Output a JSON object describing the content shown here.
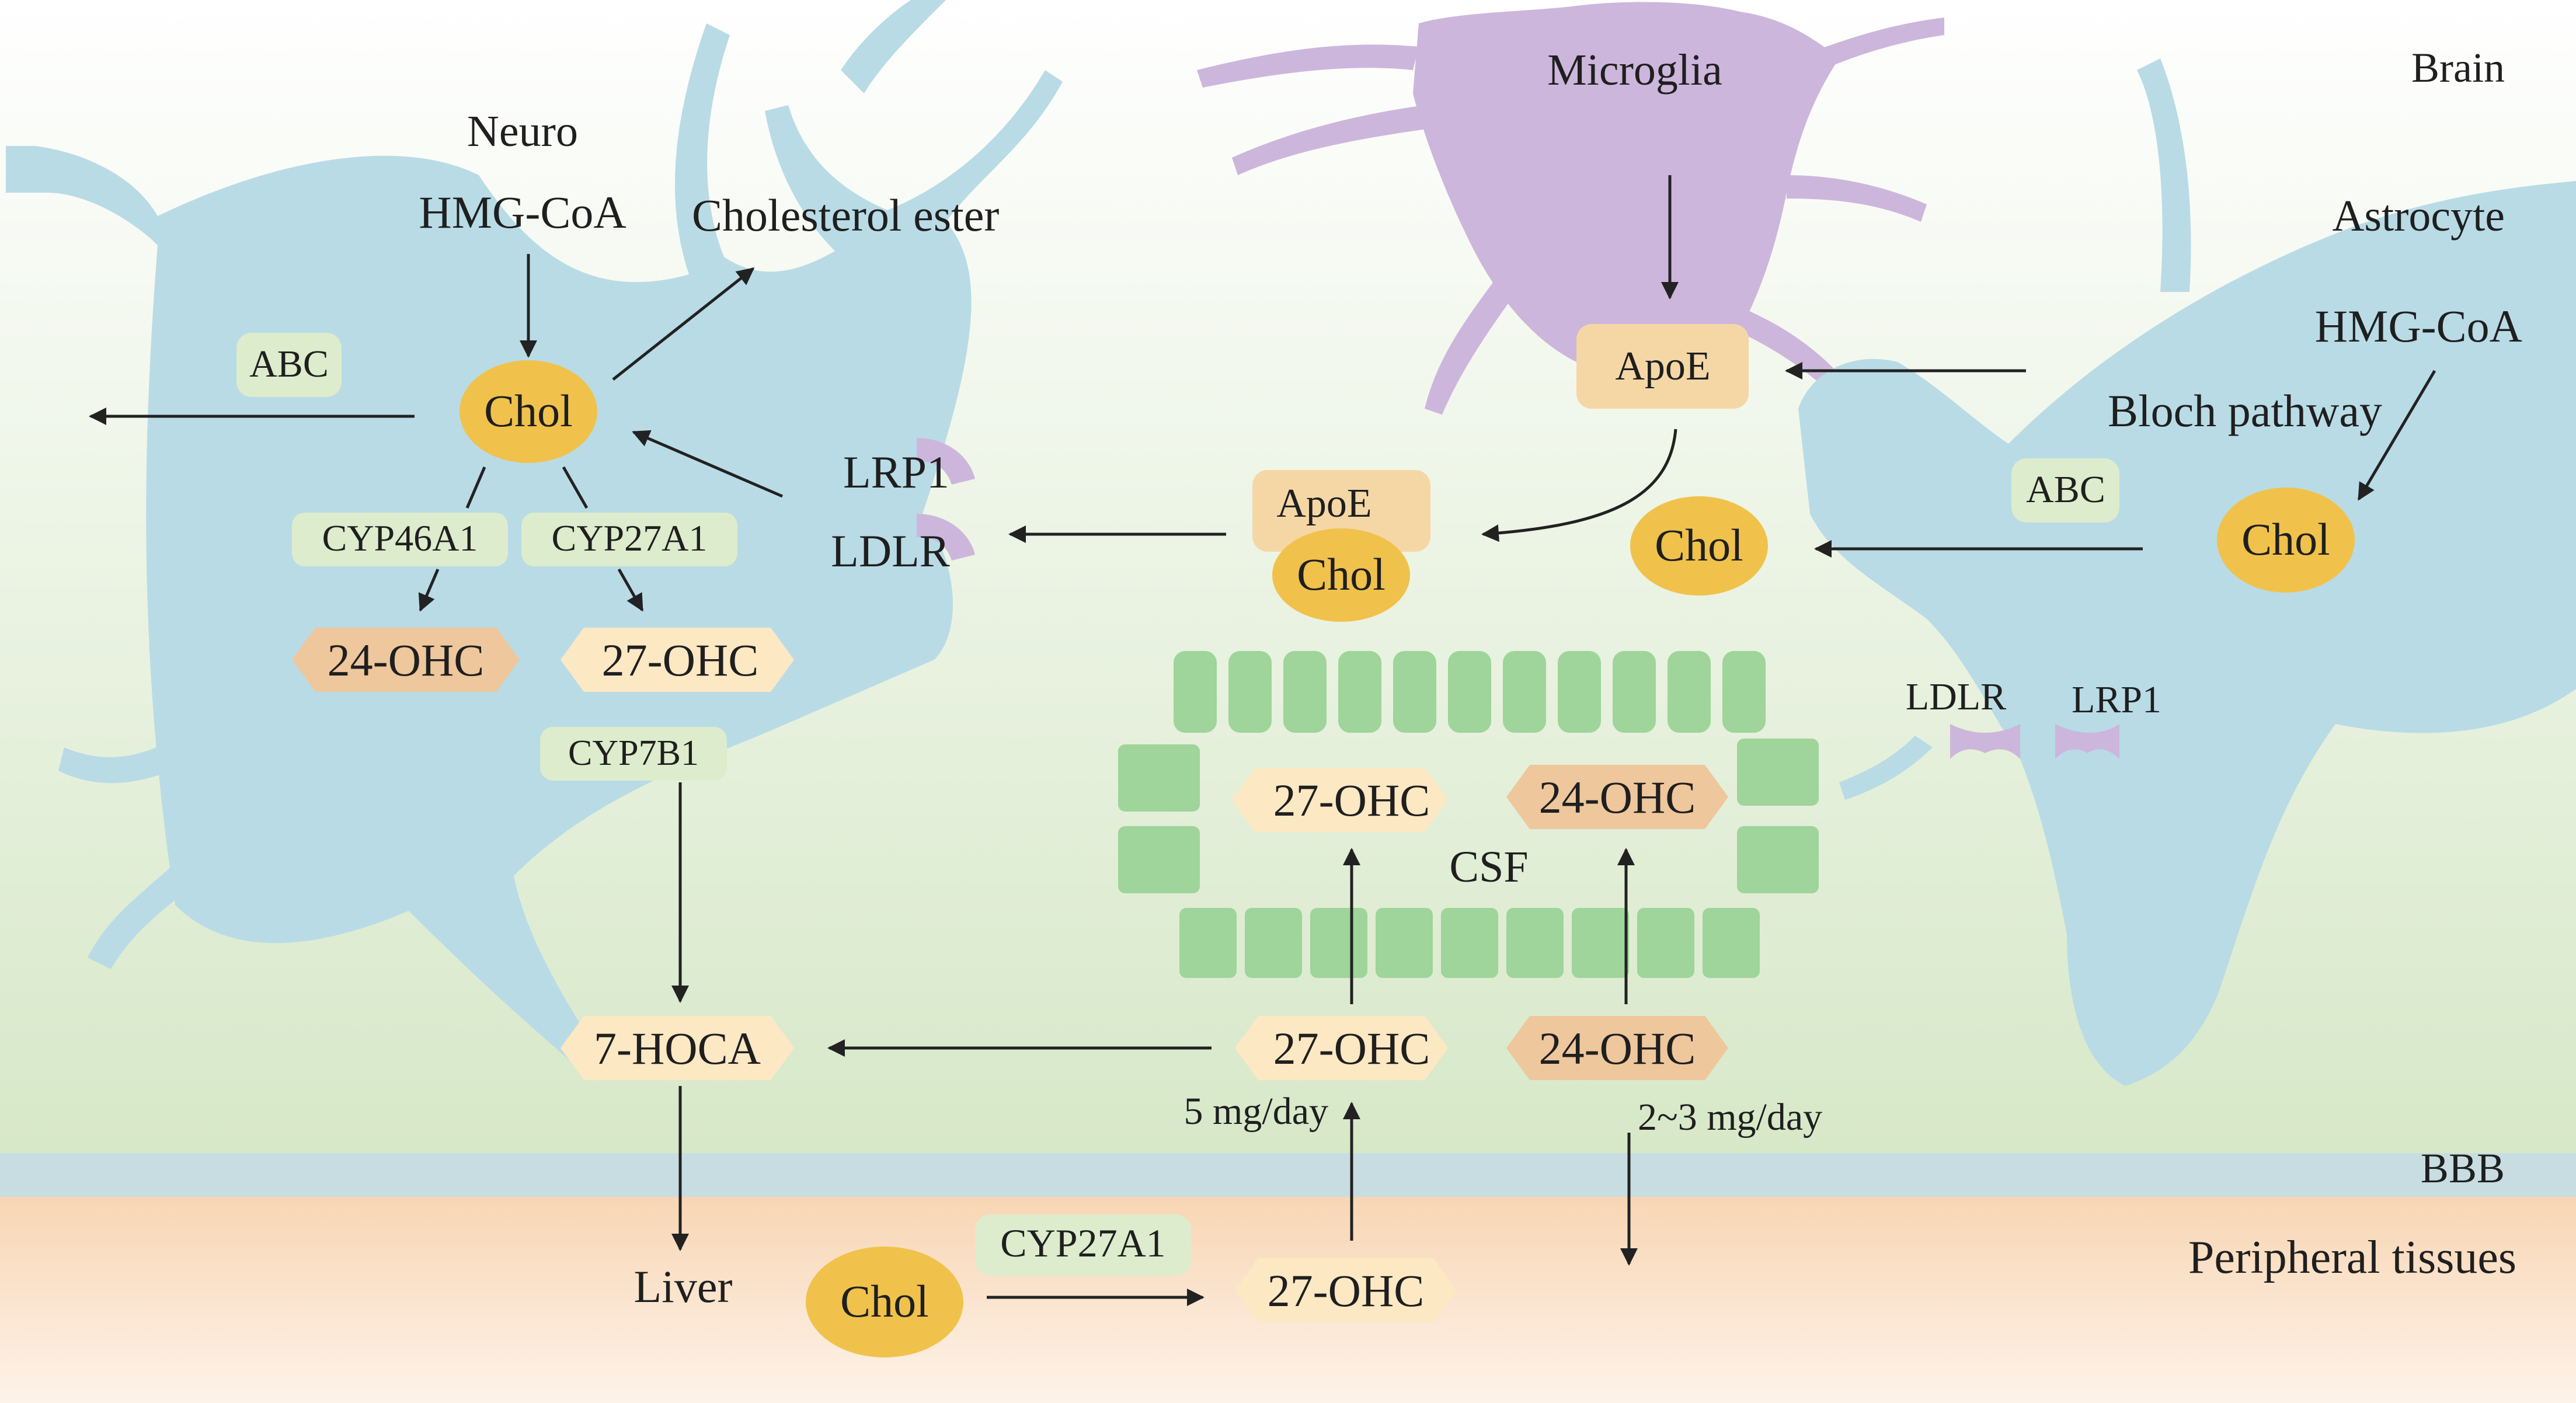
{
  "regions": {
    "brain": "Brain",
    "bbb": "BBB",
    "peripheral": "Peripheral tissues",
    "csf": "CSF"
  },
  "cells": {
    "neuron": "Neuro",
    "microglia": "Microglia",
    "astrocyte": "Astrocyte"
  },
  "neuron": {
    "hmg_coa": "HMG-CoA",
    "cholesterol_ester": "Cholesterol ester",
    "abc": "ABC",
    "chol": "Chol",
    "cyp46a1": "CYP46A1",
    "cyp27a1": "CYP27A1",
    "ohc24": "24-OHC",
    "ohc27": "27-OHC",
    "cyp7b1": "CYP7B1",
    "lrp1": "LRP1",
    "ldlr": "LDLR"
  },
  "microglia": {
    "apoe": "ApoE"
  },
  "complex": {
    "apoe": "ApoE",
    "chol": "Chol",
    "chol_free": "Chol"
  },
  "astrocyte": {
    "hmg_coa": "HMG-CoA",
    "bloch": "Bloch pathway",
    "abc": "ABC",
    "chol": "Chol",
    "ldlr": "LDLR",
    "lrp1": "LRP1"
  },
  "csf": {
    "ohc27": "27-OHC",
    "ohc24": "24-OHC"
  },
  "lower": {
    "hoca": "7-HOCA",
    "ohc27": "27-OHC",
    "ohc24": "24-OHC",
    "rate_27": "5 mg/day",
    "rate_24": "2~3 mg/day"
  },
  "periphery": {
    "liver": "Liver",
    "chol": "Chol",
    "cyp27a1": "CYP27A1",
    "ohc27": "27-OHC"
  },
  "colors": {
    "cell_blue": "#b9dbe6",
    "microglia_purple": "#cdb6dc",
    "chol_gold": "#f0c24c",
    "enzyme_green": "#ddeccc",
    "ohc24_tan": "#eec79c",
    "ohc27_cream": "#fde8c4",
    "apoe_peach": "#f5d7a6",
    "csf_green": "#9fd49a",
    "bbb_blue": "#c7dde2",
    "peripheral_peach": "#fadcbd"
  }
}
